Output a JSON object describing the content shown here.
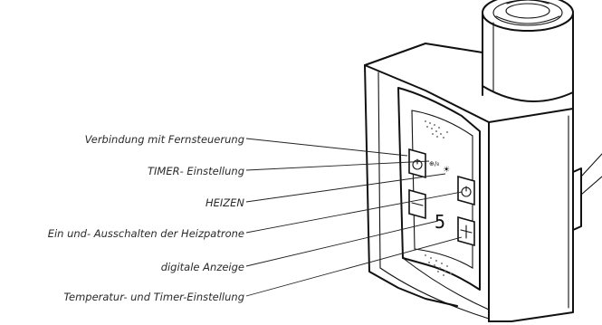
{
  "labels": {
    "remote": "Verbindung mit Fernsteuerung",
    "timer": "TIMER- Einstellung",
    "heat": "HEIZEN",
    "onoff": "Ein und- Ausschalten der Heizpatrone",
    "display": "digitale Anzeige",
    "temp": "Temperatur- und Timer-Einstellung"
  },
  "device": {
    "display_value": "5",
    "timer_symbol": "⊕/₈",
    "heat_symbol": "☀"
  }
}
